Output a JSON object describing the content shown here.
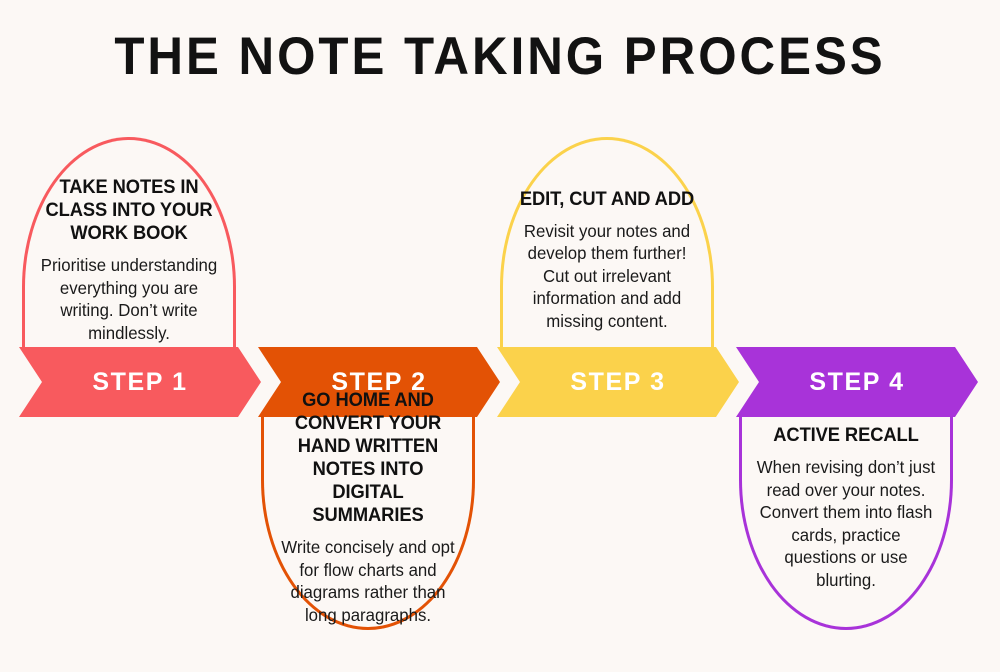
{
  "page": {
    "title": "THE NOTE TAKING PROCESS",
    "background_color": "#FCF8F5",
    "text_color": "#121212"
  },
  "steps": [
    {
      "banner_label": "STEP 1",
      "color": "#F85A5E",
      "direction": "up",
      "heading": "TAKE NOTES IN CLASS INTO YOUR WORK BOOK",
      "body": "Prioritise understanding everything you are writing. Don’t write mindlessly."
    },
    {
      "banner_label": "STEP 2",
      "color": "#E35205",
      "direction": "down",
      "heading": "GO HOME AND CONVERT YOUR HAND WRITTEN NOTES INTO DIGITAL SUMMARIES",
      "body": "Write concisely and opt for flow charts and diagrams rather than long paragraphs."
    },
    {
      "banner_label": "STEP 3",
      "color": "#FBD24B",
      "direction": "up",
      "heading": "EDIT, CUT AND ADD",
      "body": "Revisit your notes and develop them further! Cut out irrelevant information and add missing content."
    },
    {
      "banner_label": "STEP 4",
      "color": "#A833D9",
      "direction": "down",
      "heading": "ACTIVE RECALL",
      "body": "When revising don’t just read over your notes. Convert them into flash cards, practice questions or use blurting."
    }
  ]
}
